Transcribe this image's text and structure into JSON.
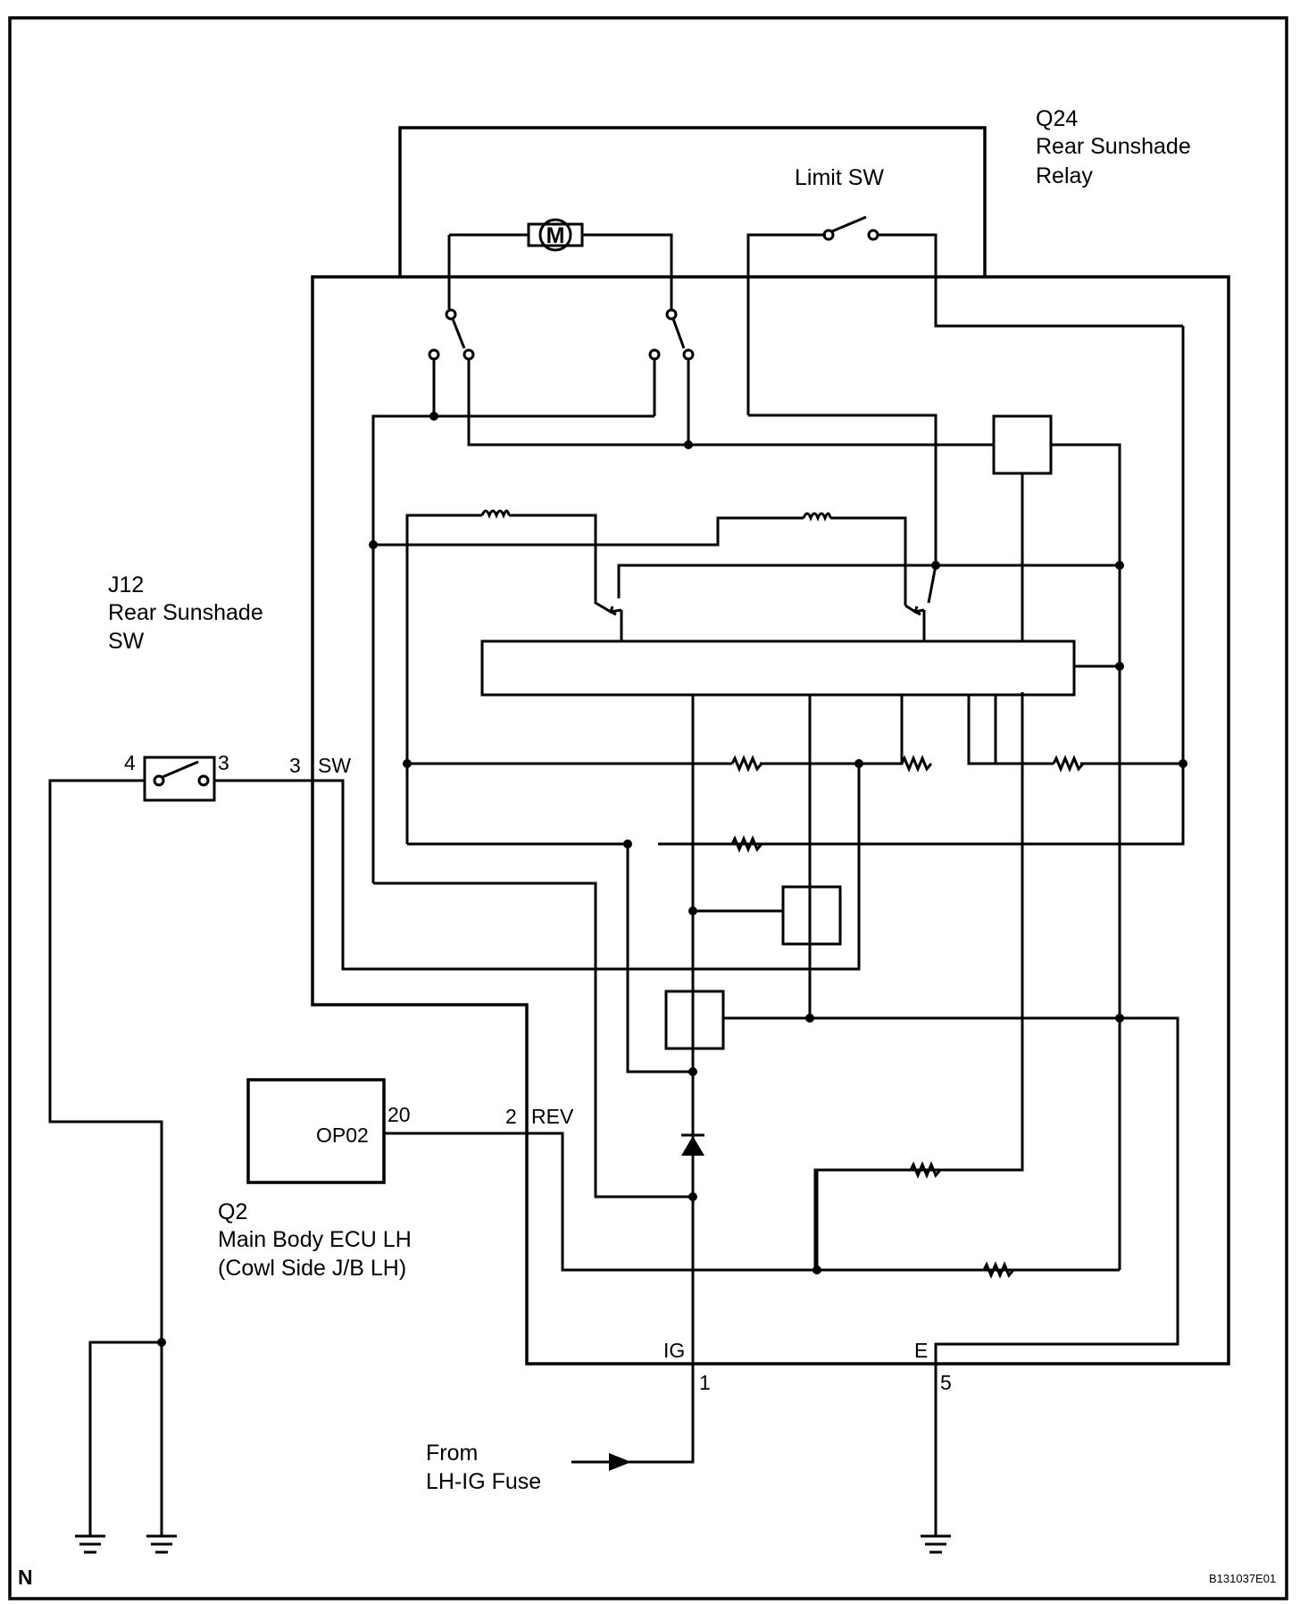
{
  "relay": {
    "code": "Q24",
    "name_line1": "Rear Sunshade",
    "name_line2": "Relay",
    "limit_sw_label": "Limit SW",
    "motor_symbol": "M",
    "terminal_sw_pin": "3",
    "terminal_sw_name": "SW",
    "terminal_rev_pin": "2",
    "terminal_rev_name": "REV",
    "terminal_ig_name": "IG",
    "terminal_ig_pin": "1",
    "terminal_e_name": "E",
    "terminal_e_pin": "5"
  },
  "switch": {
    "code": "J12",
    "name_line1": "Rear Sunshade",
    "name_line2": "SW",
    "pin_left": "4",
    "pin_right": "3"
  },
  "ecu": {
    "code": "Q2",
    "name_line1": "Main Body ECU LH",
    "name_line2": "(Cowl Side J/B LH)",
    "terminal": "OP02",
    "pin": "20"
  },
  "source": {
    "line1": "From",
    "line2": "LH-IG Fuse"
  },
  "footer": {
    "corner_letter": "N",
    "figure_code": "B131037E01"
  }
}
